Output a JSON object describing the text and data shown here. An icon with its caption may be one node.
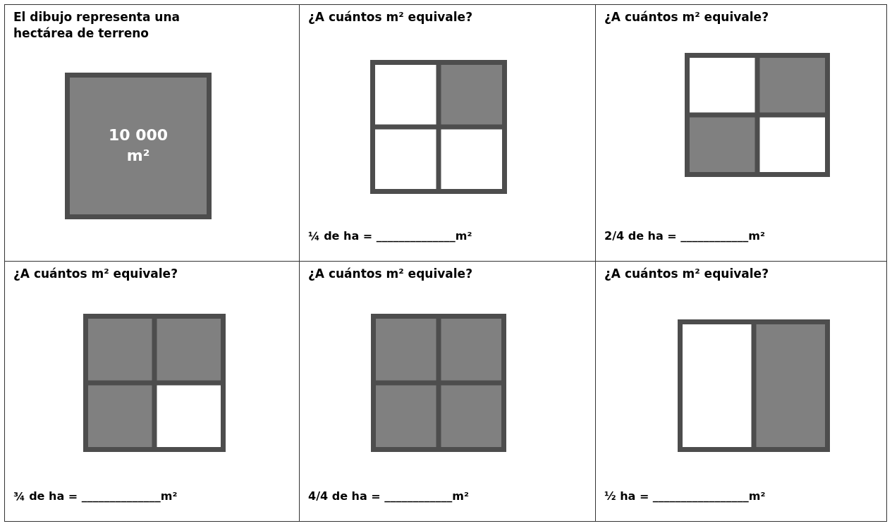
{
  "diagram": {
    "nodes": [
      {
        "text": [
          "El dibujo representa una hectárea de terreno"
        ]
      },
      {
        "text": [
          "10 000 m²"
        ],
        "in": 0
      },
      {
        "text": [
          "¿A cuántos m² equivale?",
          "¼ de ha = ______________m²"
        ]
      },
      {
        "text": [
          "¿A cuántos m² equivale?",
          "2/4 de ha = ____________m²"
        ]
      },
      {
        "text": [
          "¿A cuántos m² equivale?",
          "¾ de ha = ______________m²"
        ]
      },
      {
        "text": [
          "¿A cuántos m² equivale?",
          "4/4 de ha = ____________m²"
        ]
      },
      {
        "text": [
          "¿A cuántos m² equivale?",
          "½ ha = _________________m²"
        ]
      }
    ]
  }
}
